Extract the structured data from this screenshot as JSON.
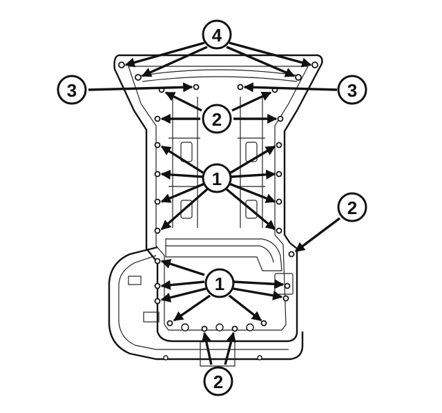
{
  "diagram": {
    "callouts": [
      {
        "id": "c4-top",
        "label": "4"
      },
      {
        "id": "c3-left",
        "label": "3"
      },
      {
        "id": "c3-right",
        "label": "3"
      },
      {
        "id": "c2-upper",
        "label": "2"
      },
      {
        "id": "c1-upper",
        "label": "1"
      },
      {
        "id": "c2-right",
        "label": "2"
      },
      {
        "id": "c1-lower",
        "label": "1"
      },
      {
        "id": "c2-bottom",
        "label": "2"
      }
    ]
  }
}
